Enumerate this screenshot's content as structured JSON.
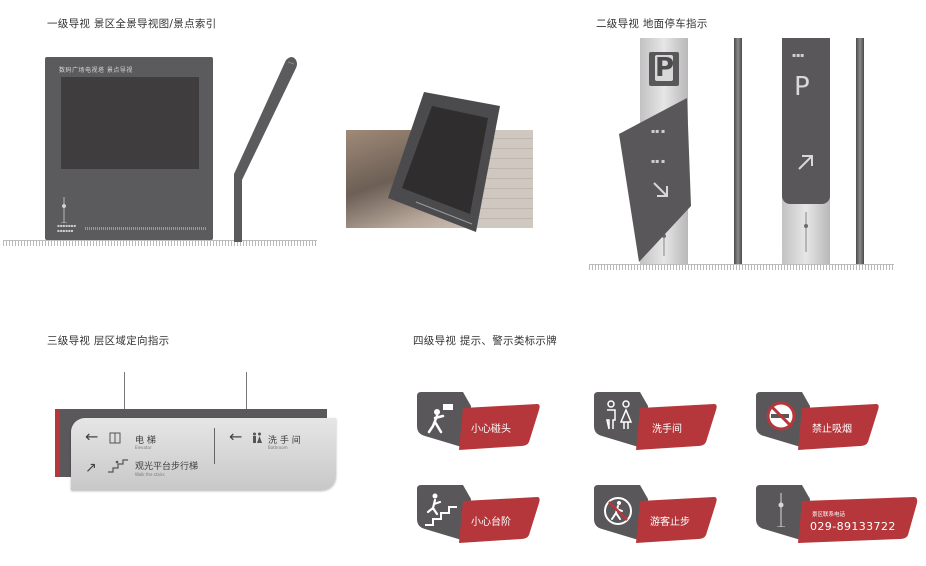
{
  "headings": {
    "level1": "一级导视  景区全景导视图/景点索引",
    "level2": "二级导视  地面停车指示",
    "level3": "三级导视  层区域定向指示",
    "level4": "四级导视  提示、警示类标示牌"
  },
  "level1_sign": {
    "board_title": "数码广场电视塔 景点导视"
  },
  "level2_sign": {
    "parking_symbol": "P"
  },
  "level3_sign": {
    "left_item1_label": "电 梯",
    "left_item1_sub": "Elevator",
    "left_item2_label": "观光平台步行梯",
    "left_item2_sub": "Walk the stairs",
    "right_item_label": "洗 手 间",
    "right_item_sub": "Bathroom",
    "arrow_left": "←",
    "arrow_up_right": "↗"
  },
  "level4_signs": {
    "mind_head": "小心碰头",
    "toilet": "洗手间",
    "no_smoking": "禁止吸烟",
    "mind_step": "小心台阶",
    "visitors_stop": "游客止步",
    "phone_label": "景区联系电话",
    "phone_number": "029-89133722"
  },
  "colors": {
    "dark_gray": "#59575a",
    "accent_red": "#b5373b",
    "light_gray": "#d3d3d3"
  },
  "icons": [
    "arrow-left-icon",
    "elevator-icon",
    "stairs-icon",
    "arrow-up-right-icon",
    "restroom-icon",
    "warning-head-icon",
    "toilet-icon",
    "no-smoking-icon",
    "stairs-warning-icon",
    "no-entry-icon",
    "tv-tower-icon",
    "parking-icon"
  ]
}
